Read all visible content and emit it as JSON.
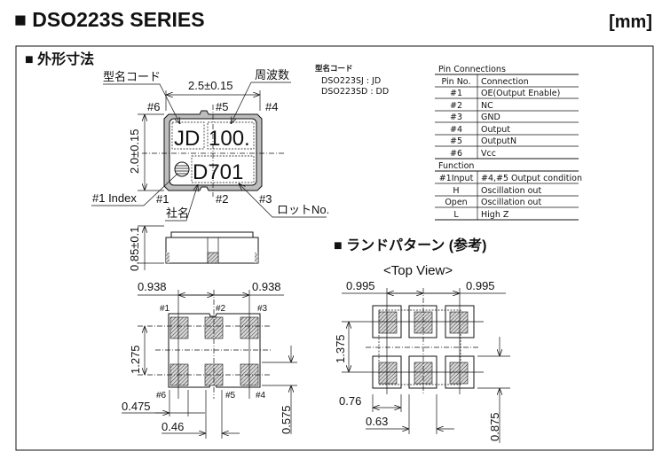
{
  "header": {
    "title": "■ DSO223S SERIES",
    "unit": "[mm]"
  },
  "outline": {
    "section_title": "■ 外形寸法",
    "labels": {
      "model_code": "型名コード",
      "frequency": "周波数",
      "index": "#1 Index",
      "company": "社名",
      "lot": "ロットNo."
    },
    "marking": {
      "line1a": "JD",
      "line1b": "100.",
      "line2": "D701"
    },
    "pins": {
      "p1": "#1",
      "p2": "#2",
      "p3": "#3",
      "p4": "#4",
      "p5": "#5",
      "p6": "#6"
    },
    "dims": {
      "width": "2.5±0.15",
      "height": "2.0±0.15",
      "thickness": "0.85±0.1",
      "pitch_x": "0.938",
      "pitch_y": "1.275",
      "pad_edge": "0.475",
      "pad_w": "0.46",
      "pad_h": "0.575"
    }
  },
  "model_codes": {
    "title": "型名コード",
    "items": [
      "DSO223SJ : JD",
      "DSO223SD : DD"
    ]
  },
  "pin_table": {
    "title": "Pin Connections",
    "headers": [
      "Pin No.",
      "Connection"
    ],
    "rows": [
      [
        "#1",
        "OE(Output Enable)"
      ],
      [
        "#2",
        "NC"
      ],
      [
        "#3",
        "GND"
      ],
      [
        "#4",
        "Output"
      ],
      [
        "#5",
        "OutputN"
      ],
      [
        "#6",
        "Vcc"
      ]
    ],
    "function_title": "Function",
    "function_headers": [
      "#1Input",
      "#4,#5 Output condition"
    ],
    "function_rows": [
      [
        "H",
        "Oscillation out"
      ],
      [
        "Open",
        "Oscillation out"
      ],
      [
        "L",
        "High Z"
      ]
    ]
  },
  "land": {
    "section_title": "■ ランドパターン (参考)",
    "view": "<Top View>",
    "dims": {
      "pitch_x": "0.995",
      "pitch_y": "1.375",
      "land_w": "0.76",
      "gap": "0.63",
      "land_h": "0.875"
    }
  }
}
